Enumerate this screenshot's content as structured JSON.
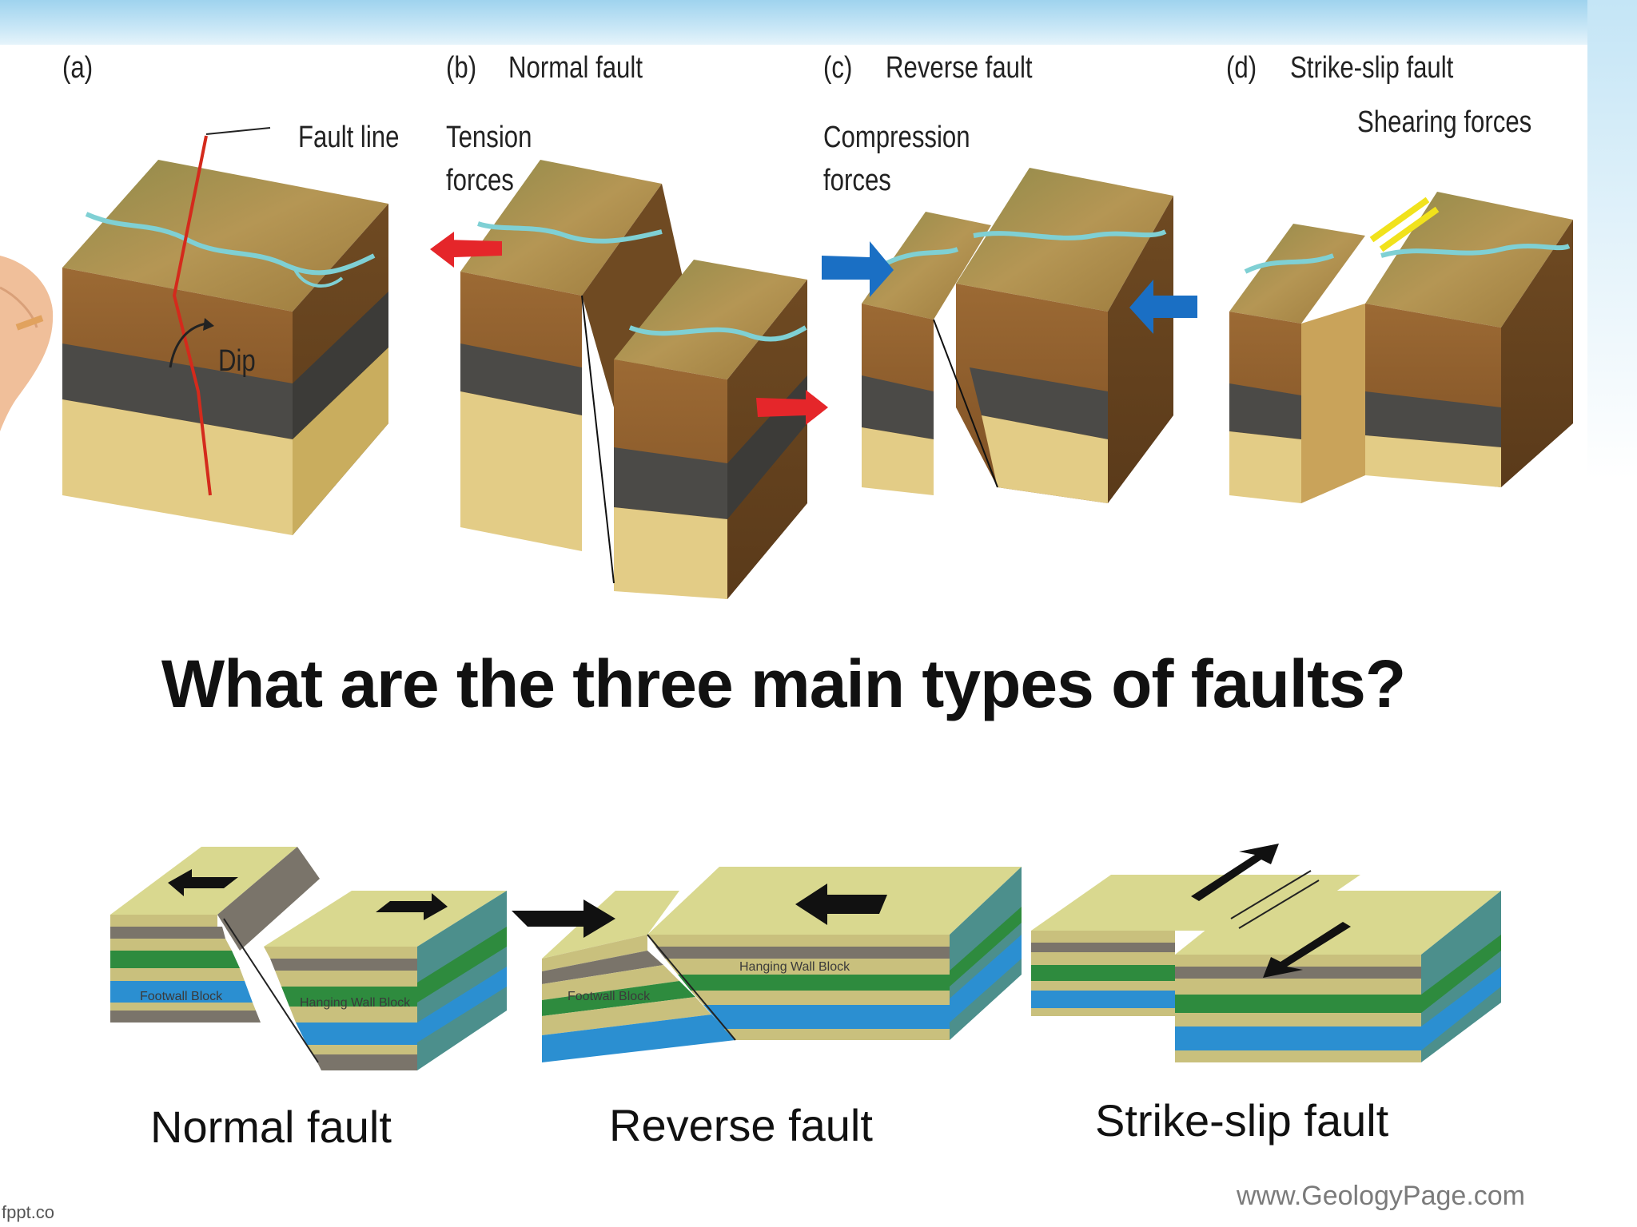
{
  "top_figure": {
    "panels": [
      {
        "letter": "(a)",
        "title": ""
      },
      {
        "letter": "(b)",
        "title": "Normal fault"
      },
      {
        "letter": "(c)",
        "title": "Reverse fault"
      },
      {
        "letter": "(d)",
        "title": "Strike-slip fault"
      }
    ],
    "annotations": {
      "fault_line": "Fault line",
      "dip": "Dip",
      "tension_1": "Tension",
      "tension_2": "forces",
      "compression_1": "Compression",
      "compression_2": "forces",
      "shearing": "Shearing forces"
    },
    "colors": {
      "topsoil": "#a48a4a",
      "brown_layer": "#8a5a2b",
      "dark_layer": "#4a4a48",
      "sand_layer": "#e2c97e",
      "river": "#8fd6d8",
      "tension_arrow": "#e5262a",
      "compression_arrow": "#1a6fc4",
      "shear_arrow": "#f1e21c",
      "fault_line": "#d42a1c"
    }
  },
  "question": "What are the three main types of faults?",
  "bottom_figure": {
    "captions": [
      "Normal fault",
      "Reverse fault",
      "Strike-slip fault"
    ],
    "block_labels": {
      "normal_footwall": "Footwall Block",
      "normal_hanging": "Hanging Wall Block",
      "reverse_hanging": "Hanging Wall Block",
      "reverse_footwall": "Footwall Block"
    },
    "colors": {
      "top": "#d9d88f",
      "tan": "#c9c07d",
      "gray": "#7a746a",
      "green": "#2e8b3e",
      "blue": "#2b8fd1",
      "arrow": "#111111"
    }
  },
  "watermark": "www.GeologyPage.com",
  "brand": "fppt.co"
}
